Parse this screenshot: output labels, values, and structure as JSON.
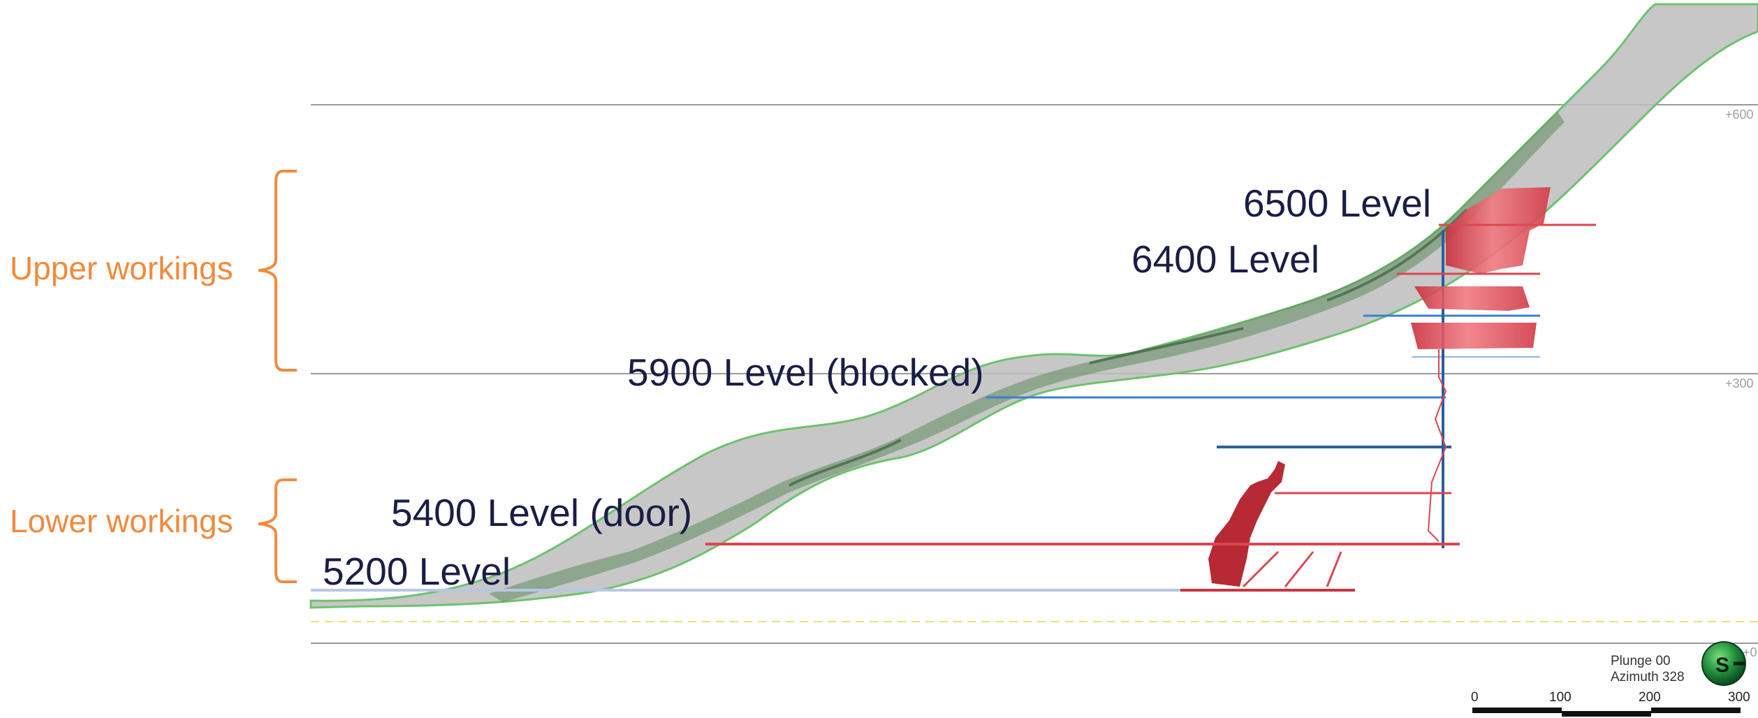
{
  "groups": {
    "upper": "Upper workings",
    "lower": "Lower workings"
  },
  "levels": [
    "6500 Level",
    "6400 Level",
    "5900 Level (blocked)",
    "5400 Level (door)",
    "5200 Level"
  ],
  "elevations": [
    "+600",
    "+300",
    "+0"
  ],
  "view": {
    "plunge": "Plunge 00",
    "azimuth": "Azimuth 328"
  },
  "compass": {
    "letter": "S"
  },
  "scale": {
    "ticks": [
      "0",
      "100",
      "200",
      "300"
    ]
  },
  "colors": {
    "group_accent": "#f28a3c",
    "level_text": "#1a1d45",
    "terrain_fill": "#bdbdbd",
    "terrain_edge": "#6cc36c",
    "ore_red": "#e0454f",
    "drift_blue": "#3a7fd1"
  }
}
